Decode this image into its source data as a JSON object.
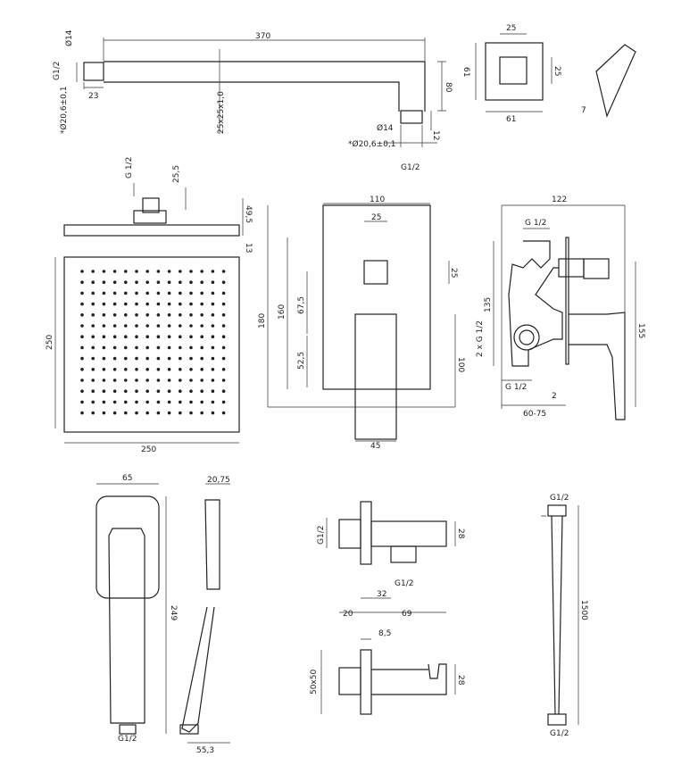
{
  "arm": {
    "len": "370",
    "d14": "Ø14",
    "g12": "G1/2",
    "l23": "23",
    "d206": "*Ø20,6±0,1",
    "tube": "25x25x1,0",
    "h80": "80",
    "d14b": "Ø14",
    "h12": "12",
    "d206b": "*Ø20,6±0,1",
    "g12b": "G1/2"
  },
  "cover": {
    "w25": "25",
    "h61": "61",
    "h25": "25",
    "w61": "61",
    "t7": "7"
  },
  "head": {
    "g12": "G 1/2",
    "h255": "25,5",
    "h495": "49,5",
    "h13": "13",
    "h250": "250",
    "w250": "250"
  },
  "flange": {
    "w110": "110",
    "w25": "25",
    "h25": "25",
    "h180": "180",
    "h160": "160",
    "h675": "67,5",
    "h525": "52,5",
    "h100": "100",
    "w45": "45"
  },
  "mixer": {
    "w122": "122",
    "g12top": "G 1/2",
    "h135": "135",
    "g2x": "2 x G 1/2",
    "h155": "155",
    "g12bot": "G 1/2",
    "t2": "2",
    "d6075": "60-75"
  },
  "hand": {
    "w65": "65",
    "w2075": "20,75",
    "h249": "249",
    "g12": "G1/2",
    "w553": "55,3"
  },
  "outlet": {
    "g12": "G1/2",
    "h28": "28",
    "g12b": "G1/2",
    "w32": "32",
    "w20": "20",
    "w69": "69"
  },
  "holder": {
    "w85": "8,5",
    "s50": "50x50",
    "h28": "28"
  },
  "hose": {
    "g12top": "G1/2",
    "len": "1500",
    "g12bot": "G1/2"
  }
}
